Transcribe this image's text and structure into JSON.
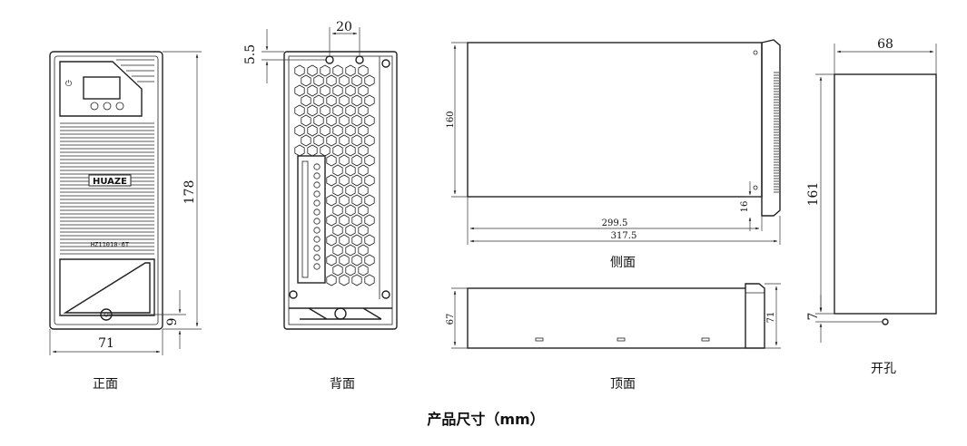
{
  "views": {
    "front": {
      "caption": "正面",
      "width_dim": "71",
      "height_dim": "178",
      "bottom_dim": "9",
      "brand": "HUAZE",
      "model": "HZ11010-6T"
    },
    "back": {
      "caption": "背面",
      "hole_spacing_dim": "20",
      "top_offset_dim": "5.5"
    },
    "side": {
      "caption": "侧面",
      "height_dim": "160",
      "depth_inner_dim": "299.5",
      "depth_total_dim": "317.5",
      "bottom_dim": "16"
    },
    "top": {
      "caption": "顶面",
      "left_dim": "67",
      "right_dim": "71"
    },
    "cutout": {
      "caption": "开孔",
      "width_dim": "68",
      "height_dim": "161",
      "bottom_dim": "7"
    }
  },
  "title": "产品尺寸（mm）"
}
